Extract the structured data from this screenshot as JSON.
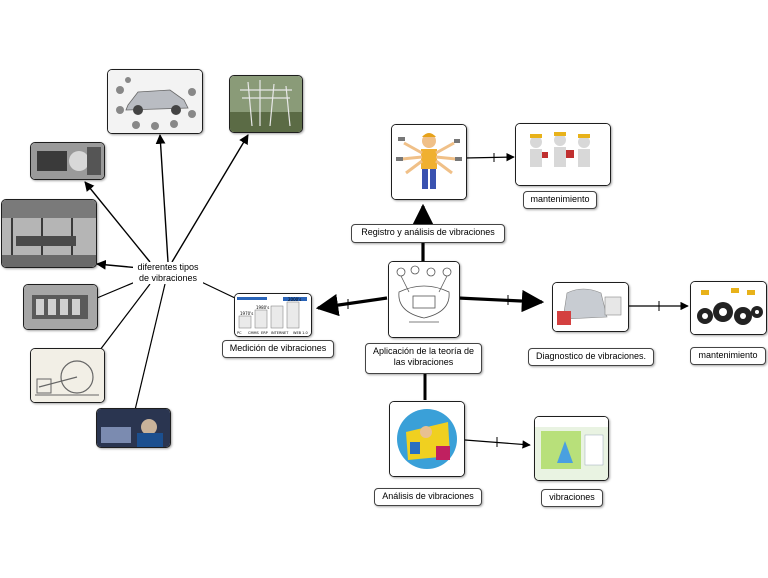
{
  "nodes": {
    "center": "Aplicación de la teoría de las vibraciones",
    "registro": "Registro y análisis de vibraciones",
    "mantenimiento_top": "mantenimiento",
    "diagnostico": "Diagnostico de vibraciones.",
    "mantenimiento_right": "mantenimiento",
    "analisis": "Análisis de vibraciones",
    "vibraciones": "vibraciones",
    "medicion": "Medición de vibraciones",
    "tipos": "diferentes tipos de vibraciones"
  },
  "image_text": {
    "chart_tags": [
      "1970's",
      "1980's",
      "2000's"
    ],
    "chart_bottom": [
      "PC",
      "CMMS",
      "ERP",
      "INTERNET",
      "WEB 1.0"
    ]
  },
  "colors": {
    "line": "#000000",
    "frame": "#1e1e1e"
  }
}
